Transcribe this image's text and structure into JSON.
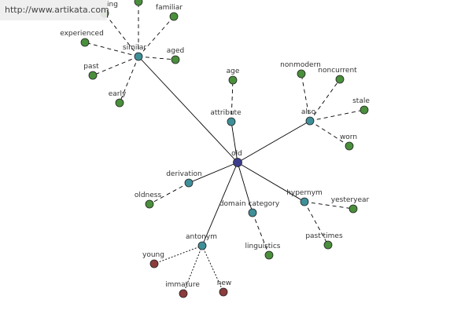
{
  "watermark": "http://www.artikata.com",
  "colors": {
    "root": "#3c3c8c",
    "relation": "#3f8f98",
    "synonym": "#4a8f3c",
    "antonym": "#8c3c3c",
    "edge": "#000000"
  },
  "graph": {
    "root": {
      "id": "old",
      "label": "old"
    },
    "relations": [
      {
        "id": "similar",
        "label": "similar",
        "terms": [
          "ing",
          "familiar",
          "experienced",
          "aged",
          "past",
          "early",
          ""
        ]
      },
      {
        "id": "attribute",
        "label": "attribute",
        "terms": [
          "age"
        ]
      },
      {
        "id": "also",
        "label": "also",
        "terms": [
          "nonmodern",
          "noncurrent",
          "stale",
          "worn"
        ]
      },
      {
        "id": "derivation",
        "label": "derivation",
        "terms": [
          "oldness"
        ]
      },
      {
        "id": "domain-category",
        "label": "domain category",
        "terms": [
          "linguistics"
        ]
      },
      {
        "id": "hypernym",
        "label": "hypernym",
        "terms": [
          "yesteryear",
          "past times"
        ]
      },
      {
        "id": "antonym",
        "label": "antonym",
        "kind": "antonym",
        "terms": [
          "young",
          "immature",
          "new"
        ]
      }
    ]
  }
}
